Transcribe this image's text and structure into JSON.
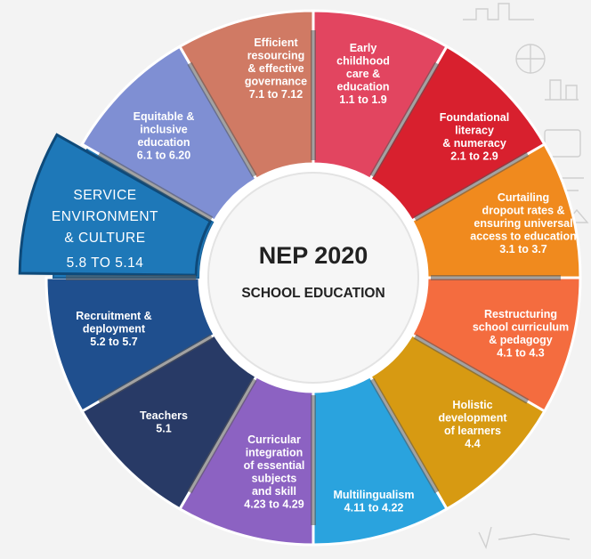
{
  "center": {
    "title": "NEP 2020",
    "subtitle": "SCHOOL EDUCATION"
  },
  "segments": [
    {
      "key": "early-childhood",
      "lines": [
        "Early",
        "childhood",
        "care &",
        "education",
        "1.1 to 1.9"
      ],
      "color": "#e24560"
    },
    {
      "key": "foundational-literacy",
      "lines": [
        "Foundational",
        "literacy",
        "& numeracy",
        "2.1 to 2.9"
      ],
      "color": "#d8202e"
    },
    {
      "key": "curtailing-dropout",
      "lines": [
        "Curtailing",
        "dropout rates &",
        "ensuring universal",
        "access to education",
        "3.1 to 3.7"
      ],
      "color": "#f08a1e"
    },
    {
      "key": "restructuring-curriculum",
      "lines": [
        "Restructuring",
        "school curriculum",
        "& pedagogy",
        "4.1 to 4.3"
      ],
      "color": "#f46c3f"
    },
    {
      "key": "holistic-development",
      "lines": [
        "Holistic",
        "development",
        "of learners",
        "4.4"
      ],
      "color": "#d79a12"
    },
    {
      "key": "multilingualism",
      "lines": [
        "Multilingualism",
        "4.11 to 4.22"
      ],
      "color": "#2aa3de"
    },
    {
      "key": "curricular-integration",
      "lines": [
        "Curricular",
        "integration",
        "of essential",
        "subjects",
        "and skill",
        "4.23 to 4.29"
      ],
      "color": "#8c62c2"
    },
    {
      "key": "teachers",
      "lines": [
        "Teachers",
        "5.1"
      ],
      "color": "#283a66"
    },
    {
      "key": "recruitment",
      "lines": [
        "Recruitment &",
        "deployment",
        "5.2 to 5.7"
      ],
      "color": "#1f4f8e"
    },
    {
      "key": "service-environment",
      "lines": [
        "SERVICE",
        "ENVIRONMENT",
        "& CULTURE",
        "5.8 TO 5.14"
      ],
      "color": "#1e78b8",
      "highlight": true
    },
    {
      "key": "equitable-inclusive",
      "lines": [
        "Equitable &",
        "inclusive",
        "education",
        "6.1 to 6.20"
      ],
      "color": "#7f8fd3"
    },
    {
      "key": "efficient-resourcing",
      "lines": [
        "Efficient",
        "resourcing",
        "& effective",
        "governance",
        "7.1 to 7.12"
      ],
      "color": "#d07a64"
    }
  ]
}
